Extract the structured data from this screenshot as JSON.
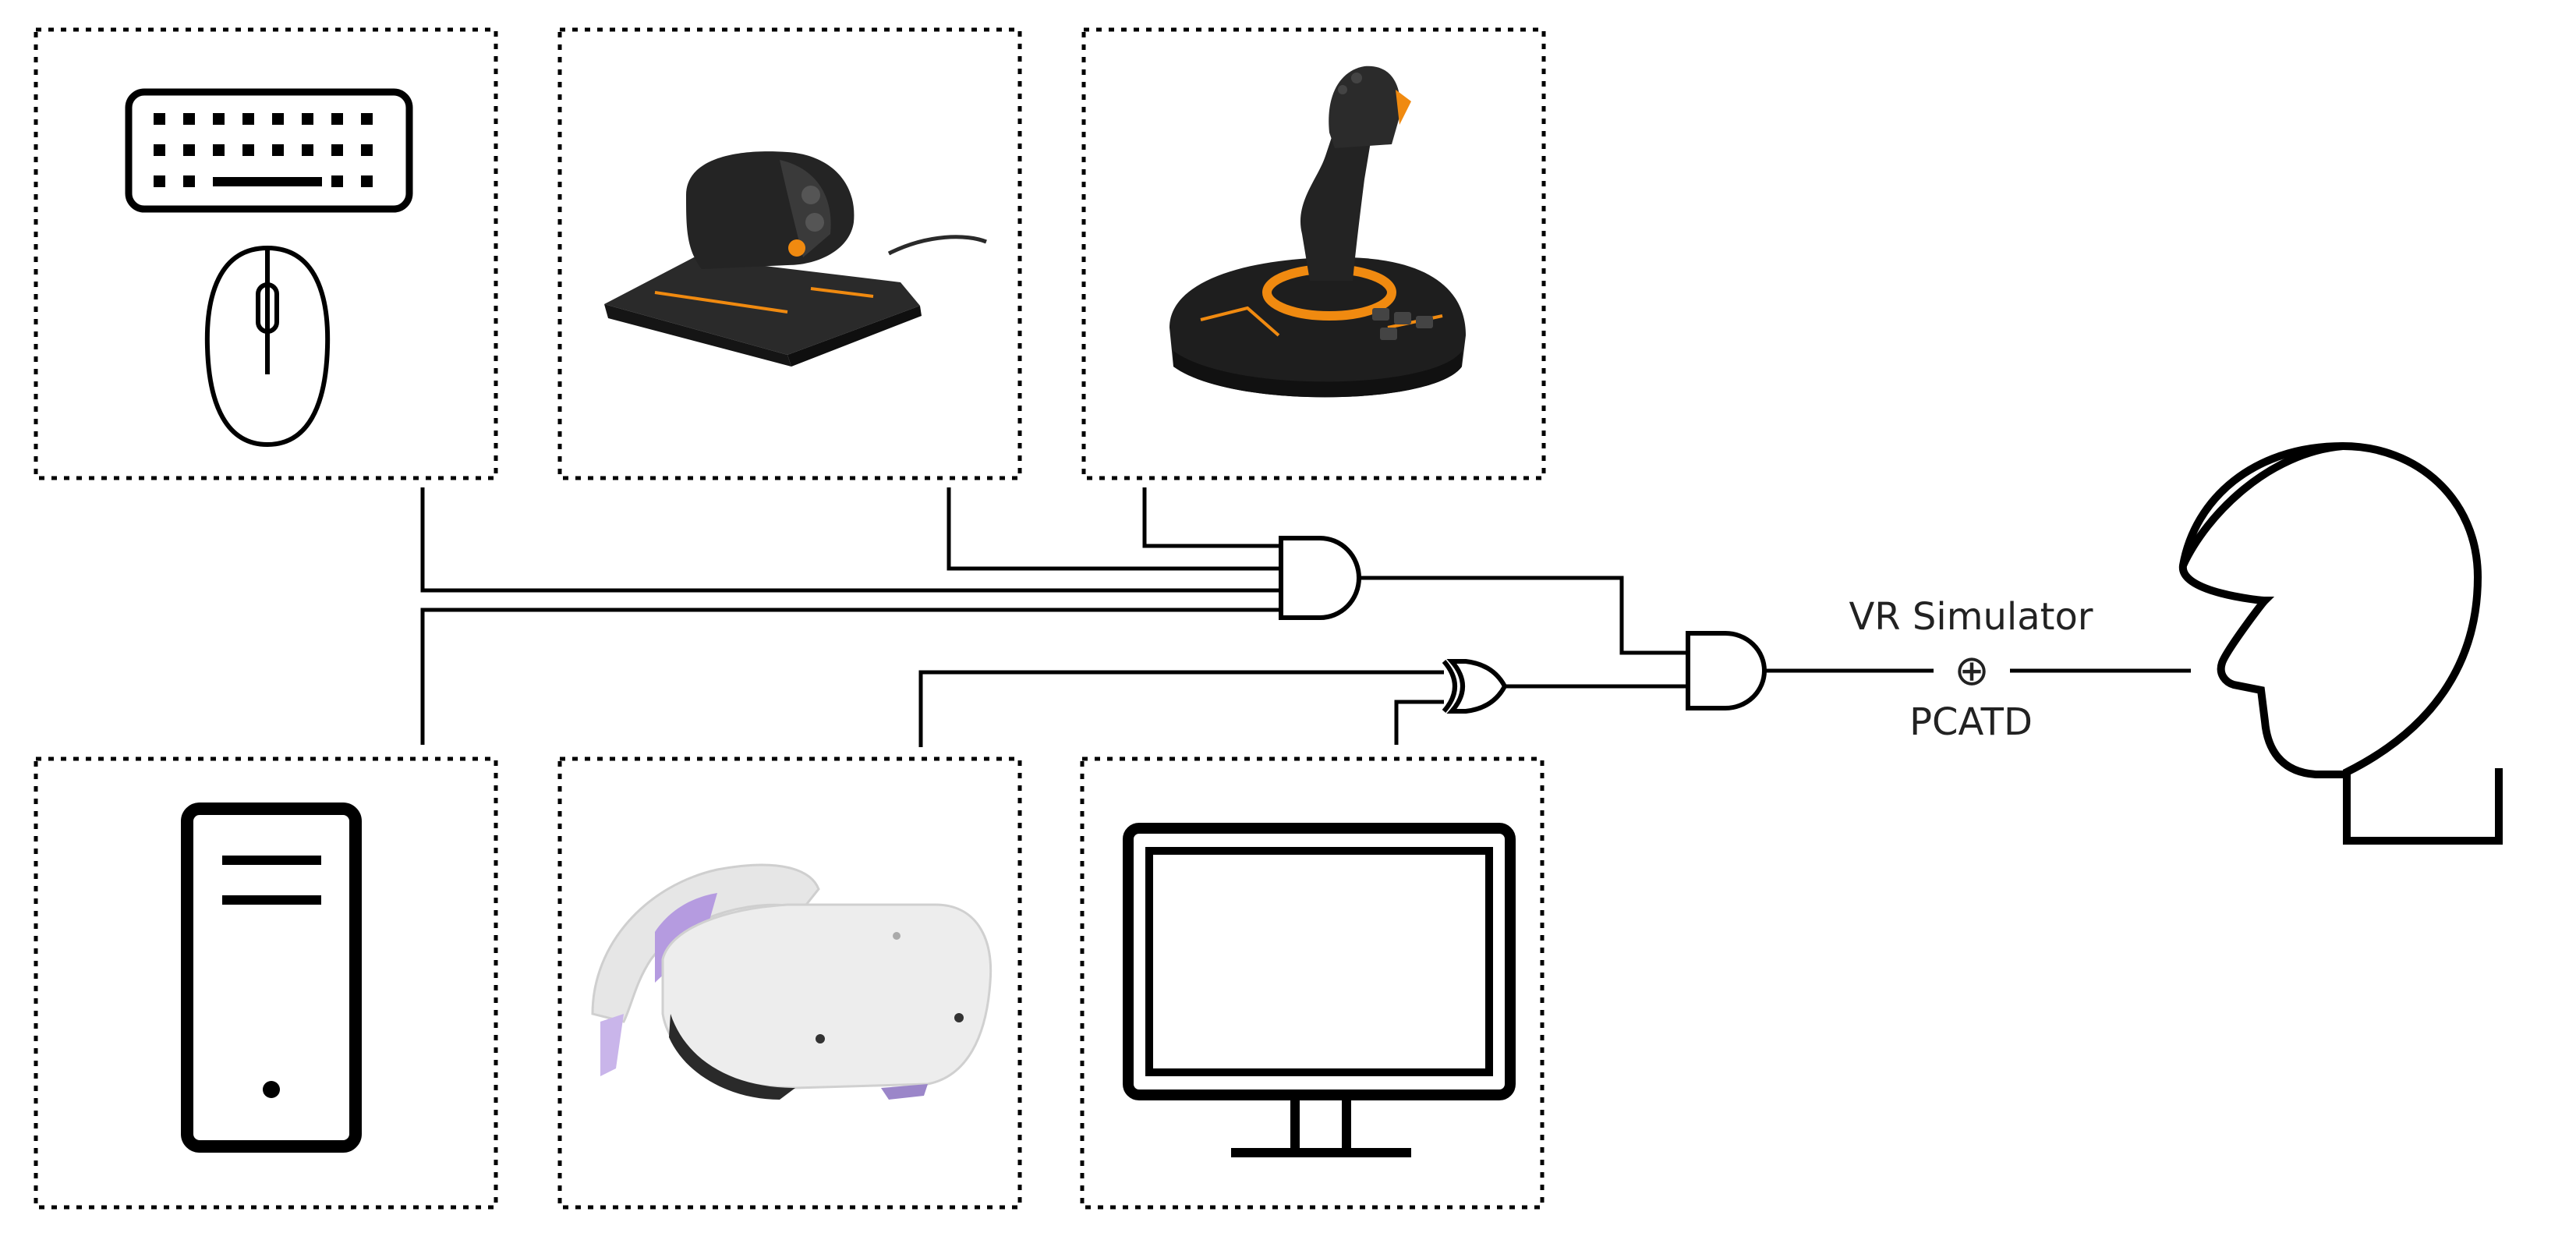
{
  "combined_label_top": "VR Simulator",
  "combined_label_bottom": "PCATD",
  "operator_symbol": "⊕",
  "devices": [
    {
      "name": "Keyboard and mouse",
      "icon": "keyboard-mouse-icon"
    },
    {
      "name": "Throttle",
      "icon": "throttle-icon"
    },
    {
      "name": "Joystick",
      "icon": "joystick-icon"
    },
    {
      "name": "Computer",
      "icon": "pc-tower-icon"
    },
    {
      "name": "VR headset",
      "icon": "vr-headset-icon"
    },
    {
      "name": "Monitor",
      "icon": "monitor-icon"
    }
  ],
  "user_icon": "human-head-icon",
  "colors": {
    "line": "#000000",
    "accent_orange": "#f08a10",
    "device_dark": "#1e1e1e",
    "headset_white": "#ededed",
    "headset_purple": "#b59be0"
  }
}
